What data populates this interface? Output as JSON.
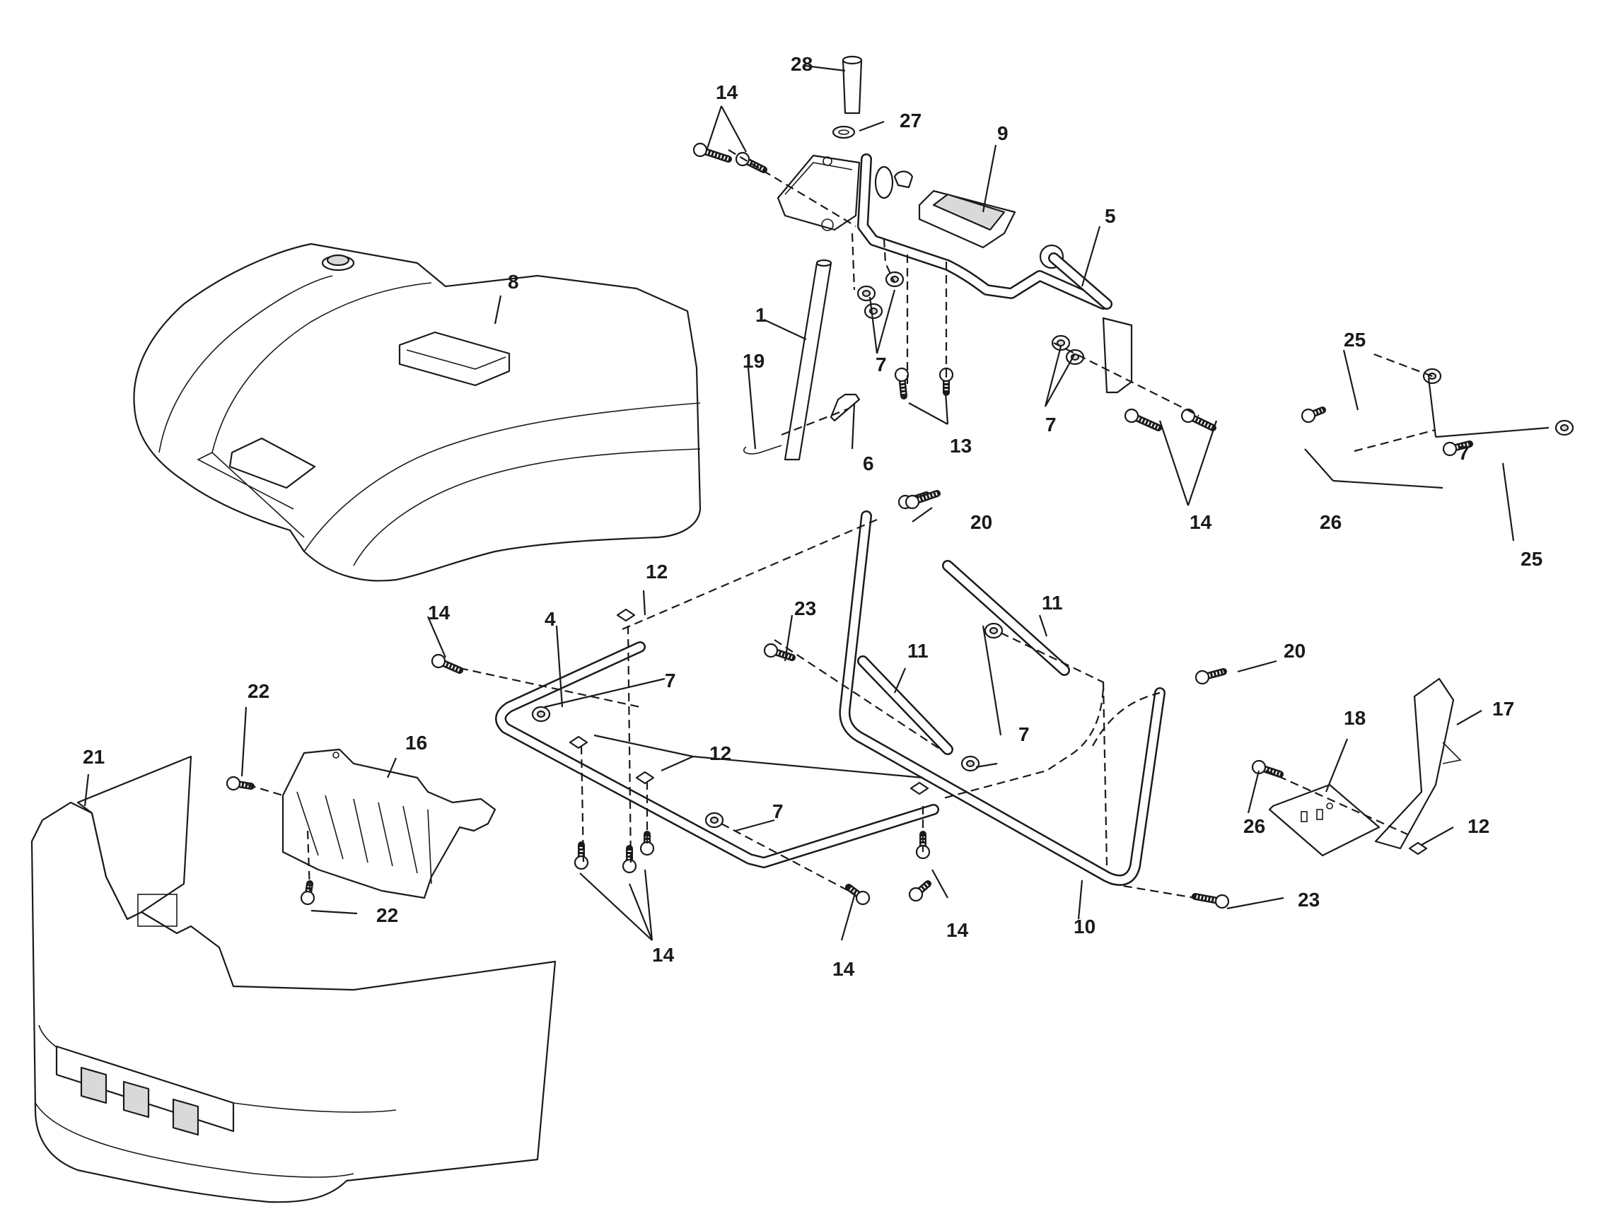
{
  "diagram": {
    "parts": [
      {
        "id": "p1",
        "number": "1",
        "name": "tube"
      },
      {
        "id": "p4",
        "number": "4",
        "name": "rod"
      },
      {
        "id": "p5",
        "number": "5",
        "name": "lever-bracket"
      },
      {
        "id": "p6",
        "number": "6",
        "name": "clevis-pin"
      },
      {
        "id": "p7",
        "number": "7",
        "name": "nut"
      },
      {
        "id": "p8",
        "number": "8",
        "name": "hood"
      },
      {
        "id": "p9",
        "number": "9",
        "name": "pedal-pad"
      },
      {
        "id": "p10",
        "number": "10",
        "name": "frame-tube"
      },
      {
        "id": "p11",
        "number": "11",
        "name": "link-rod"
      },
      {
        "id": "p12",
        "number": "12",
        "name": "square-nut"
      },
      {
        "id": "p13",
        "number": "13",
        "name": "bolt"
      },
      {
        "id": "p14",
        "number": "14",
        "name": "bolt"
      },
      {
        "id": "p16",
        "number": "16",
        "name": "grille-bracket"
      },
      {
        "id": "p17",
        "number": "17",
        "name": "latch-bracket"
      },
      {
        "id": "p18",
        "number": "18",
        "name": "plate"
      },
      {
        "id": "p19",
        "number": "19",
        "name": "hair-pin"
      },
      {
        "id": "p20",
        "number": "20",
        "name": "bolt"
      },
      {
        "id": "p21",
        "number": "21",
        "name": "bumper-grille"
      },
      {
        "id": "p22",
        "number": "22",
        "name": "screw"
      },
      {
        "id": "p23",
        "number": "23",
        "name": "bolt"
      },
      {
        "id": "p25",
        "number": "25",
        "name": "hair-pin"
      },
      {
        "id": "p26",
        "number": "26",
        "name": "bolt"
      },
      {
        "id": "p27",
        "number": "27",
        "name": "washer"
      },
      {
        "id": "p28",
        "number": "28",
        "name": "pin"
      }
    ],
    "callouts": [
      {
        "label": "28"
      },
      {
        "label": "27"
      },
      {
        "label": "14"
      },
      {
        "label": "9"
      },
      {
        "label": "5"
      },
      {
        "label": "8"
      },
      {
        "label": "1"
      },
      {
        "label": "19"
      },
      {
        "label": "7"
      },
      {
        "label": "6"
      },
      {
        "label": "13"
      },
      {
        "label": "7"
      },
      {
        "label": "14"
      },
      {
        "label": "25"
      },
      {
        "label": "7"
      },
      {
        "label": "26"
      },
      {
        "label": "25"
      },
      {
        "label": "20"
      },
      {
        "label": "12"
      },
      {
        "label": "14"
      },
      {
        "label": "4"
      },
      {
        "label": "7"
      },
      {
        "label": "23"
      },
      {
        "label": "11"
      },
      {
        "label": "11"
      },
      {
        "label": "20"
      },
      {
        "label": "7"
      },
      {
        "label": "22"
      },
      {
        "label": "16"
      },
      {
        "label": "21"
      },
      {
        "label": "12"
      },
      {
        "label": "7"
      },
      {
        "label": "22"
      },
      {
        "label": "14"
      },
      {
        "label": "14"
      },
      {
        "label": "14"
      },
      {
        "label": "10"
      },
      {
        "label": "23"
      },
      {
        "label": "18"
      },
      {
        "label": "17"
      },
      {
        "label": "26"
      },
      {
        "label": "12"
      }
    ]
  }
}
